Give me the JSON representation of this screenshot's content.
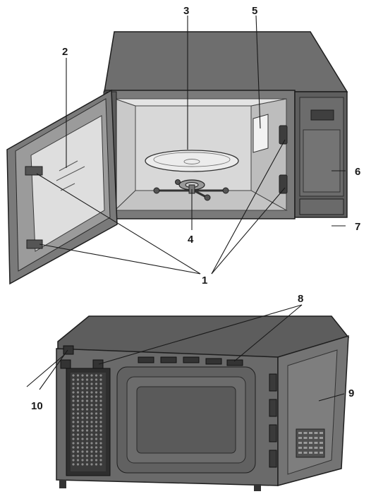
{
  "callouts": {
    "c1": "1",
    "c2": "2",
    "c3": "3",
    "c4": "4",
    "c5": "5",
    "c6": "6",
    "c7": "7",
    "c8": "8",
    "c9": "9",
    "c10": "10"
  },
  "colors": {
    "cabinet_top": "#6e6e6e",
    "cabinet_dark": "#5a5a5a",
    "cavity_wall": "#d2d2d2",
    "cavity_floor": "#c4c4c4",
    "door_frame": "#787878",
    "door_glass": "#dedede",
    "control_panel": "#6a6a6a",
    "display": "#3f3f3f",
    "outline": "#1e1e1e"
  }
}
